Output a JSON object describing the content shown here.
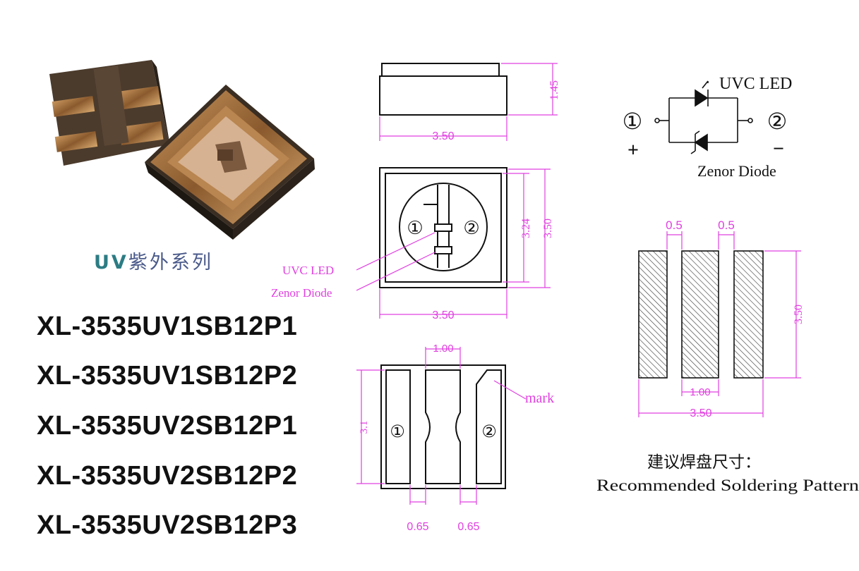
{
  "photo": {
    "series_prefix": "UV",
    "series_suffix": "紫外系列"
  },
  "part_numbers": [
    "XL-3535UV1SB12P1",
    "XL-3535UV1SB12P2",
    "XL-3535UV2SB12P1",
    "XL-3535UV2SB12P2",
    "XL-3535UV2SB12P3"
  ],
  "side_view": {
    "height": "1.45",
    "width": "3.50"
  },
  "top_view": {
    "inner": "3.24",
    "height": "3.50",
    "width": "3.50",
    "pad1": "①",
    "pad2": "②",
    "label_uvc": "UVC LED",
    "label_zener": "Zenor Diode"
  },
  "bottom_view": {
    "center_width": "1.00",
    "height": "3.1",
    "pad_left": "0.65",
    "pad_right": "0.65",
    "mark": "mark",
    "pad1": "①",
    "pad2": "②"
  },
  "schematic": {
    "uvc_label": "UVC LED",
    "zener_label": "Zenor Diode",
    "node1": "①",
    "node2": "②",
    "plus": "+",
    "minus": "−"
  },
  "soldering": {
    "gap1": "0.5",
    "gap2": "0.5",
    "height": "3.50",
    "center": "1.00",
    "width": "3.50",
    "title_zh": "建议焊盘尺寸：",
    "title_en": "Recommended Soldering Pattern"
  },
  "colors": {
    "dimension": "#e040e0",
    "line": "#111111"
  }
}
